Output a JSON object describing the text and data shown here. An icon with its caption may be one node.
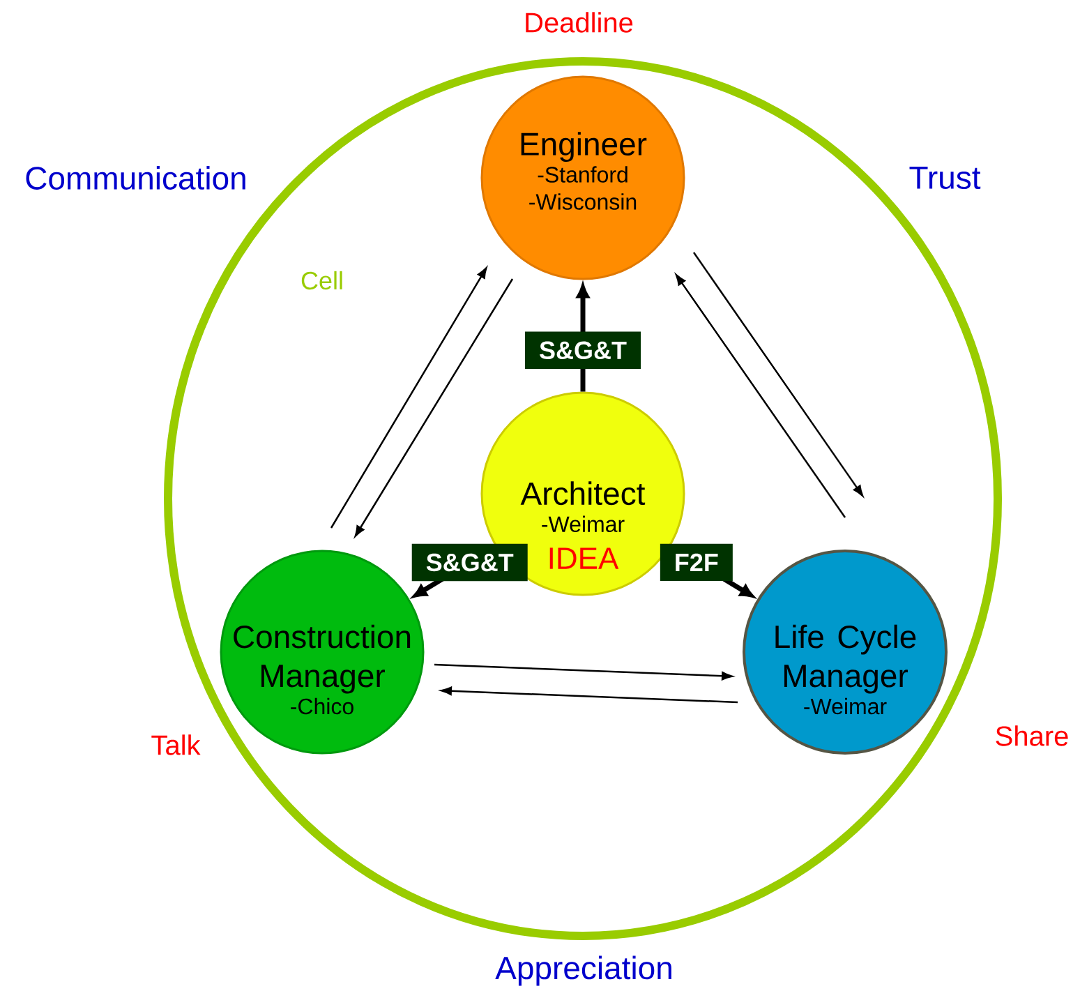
{
  "diagram": {
    "nodes": [
      {
        "text": [],
        "shape": "circle"
      },
      {
        "text": [
          "Engineer",
          "-Stanford",
          "-Wisconsin"
        ],
        "in": 0
      },
      {
        "text": [
          "Architect",
          "-Weimar",
          "IDEA"
        ],
        "in": 0
      },
      {
        "text": [
          "Construction Manager",
          "-Chico"
        ],
        "in": 0
      },
      {
        "text": [
          "Life Cycle Manager",
          "-Weimar"
        ],
        "in": 0
      }
    ],
    "edges": [
      {
        "from": 2,
        "to": 1,
        "arrow": "to",
        "label": "S&G&T",
        "style": "thick"
      },
      {
        "from": 2,
        "to": 3,
        "arrow": "to",
        "label": "S&G&T",
        "style": "thick"
      },
      {
        "from": 2,
        "to": 4,
        "arrow": "to",
        "label": "F2F",
        "style": "thick"
      },
      {
        "from": 3,
        "to": 1,
        "arrow": "to"
      },
      {
        "from": 1,
        "to": 3,
        "arrow": "to"
      },
      {
        "from": 1,
        "to": 4,
        "arrow": "to"
      },
      {
        "from": 4,
        "to": 1,
        "arrow": "to"
      },
      {
        "from": 3,
        "to": 4,
        "arrow": "to"
      },
      {
        "from": 4,
        "to": 3,
        "arrow": "to"
      }
    ],
    "labels": [
      "Deadline",
      "Communication",
      "Trust",
      "Cell",
      "Talk",
      "Share",
      "Appreciation"
    ]
  }
}
